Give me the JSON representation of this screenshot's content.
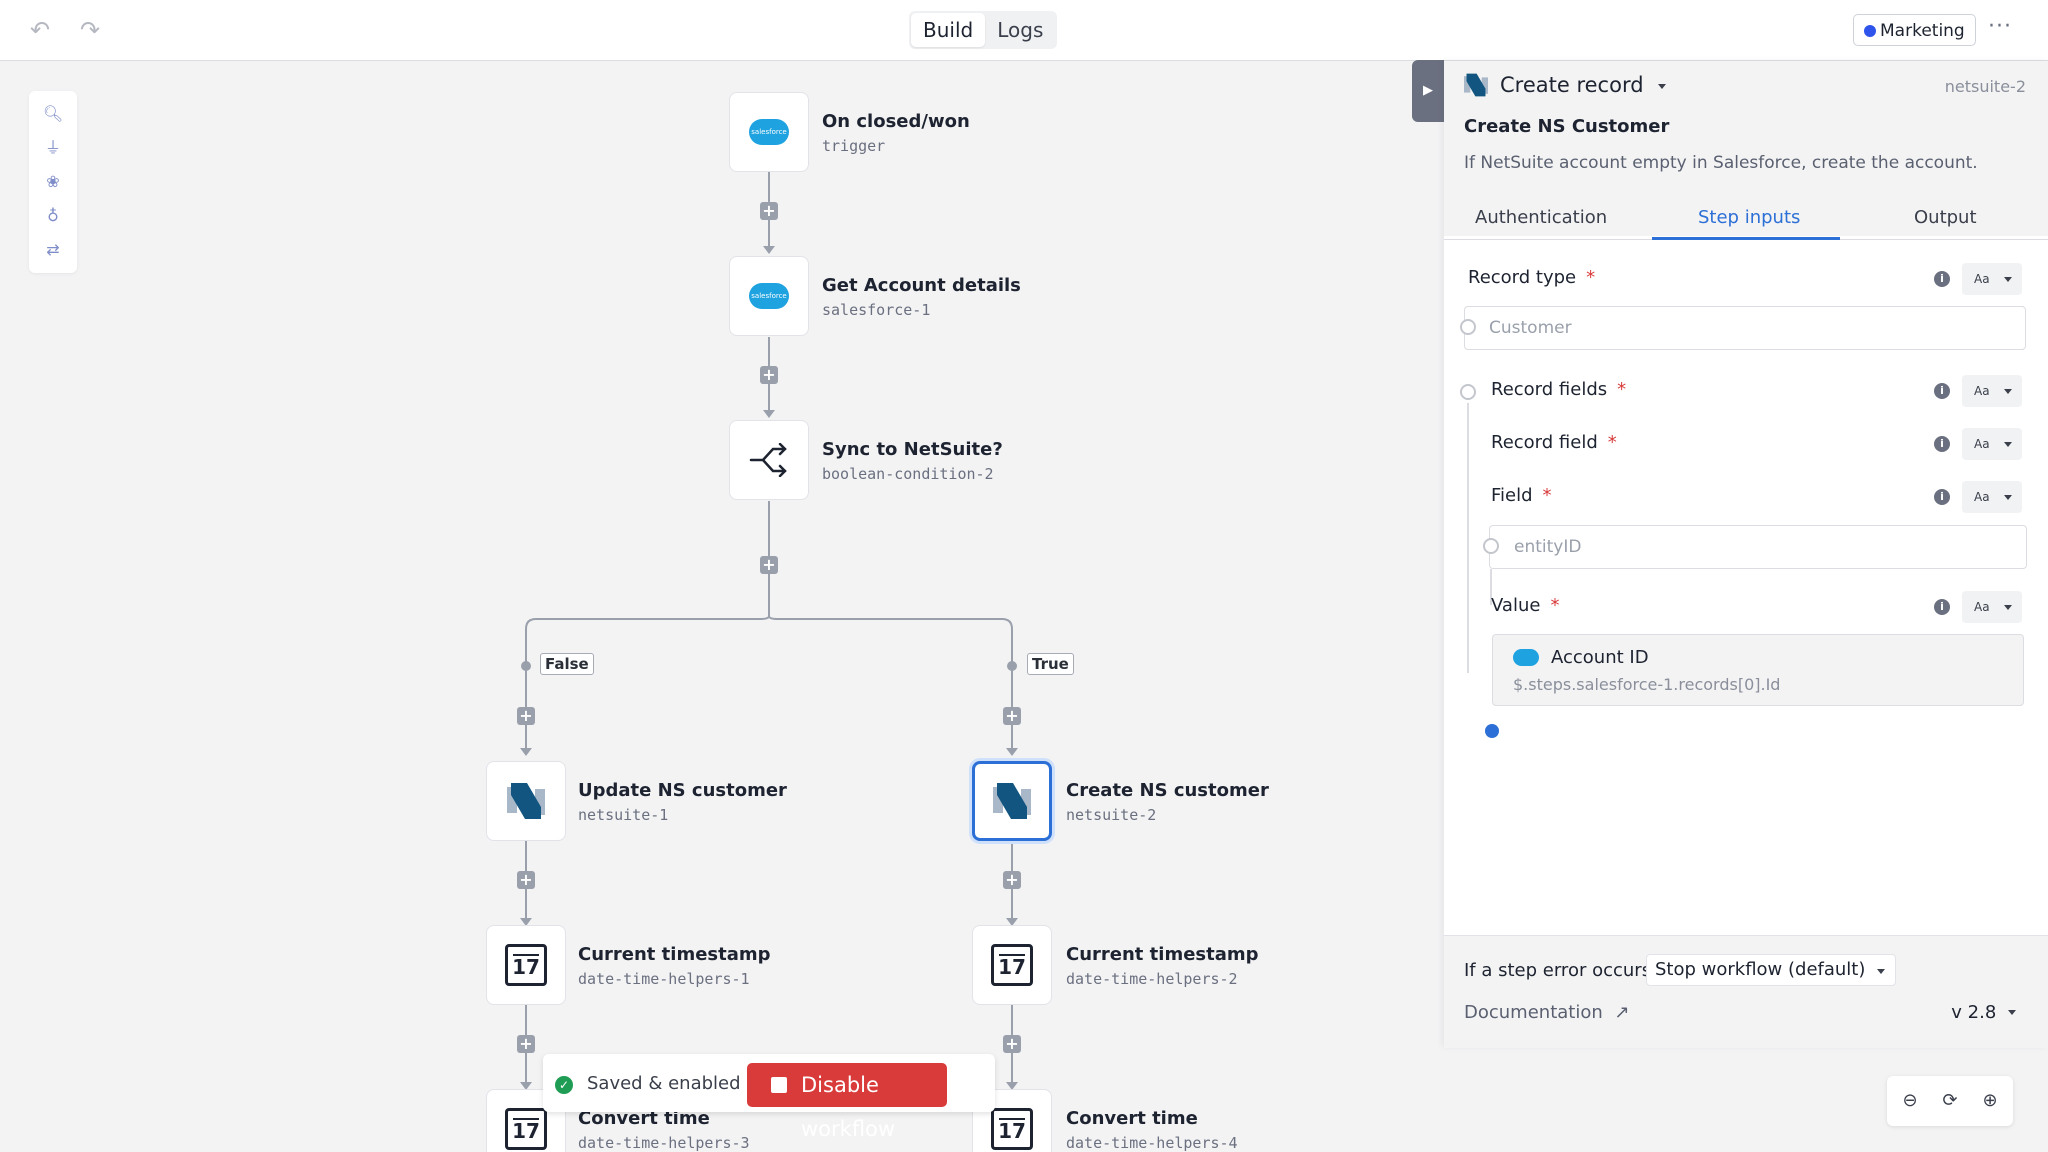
{
  "toolbar": {
    "undo_icon": "undo-icon",
    "redo_icon": "redo-icon",
    "tabs": [
      "Build",
      "Logs"
    ],
    "workspace": "Marketing",
    "more": "···"
  },
  "tools": [
    "search-icon",
    "plug-icon",
    "integrations-icon",
    "lightbulb-icon",
    "sync-icon"
  ],
  "nodes": [
    {
      "title": "On closed/won",
      "sub": "trigger",
      "icon": "salesforce-logo"
    },
    {
      "title": "Get Account details",
      "sub": "salesforce-1",
      "icon": "salesforce-logo"
    },
    {
      "title": "Sync to NetSuite?",
      "sub": "boolean-condition-2",
      "icon": "branch-icon"
    },
    {
      "title": "Update NS customer",
      "sub": "netsuite-1",
      "icon": "netsuite-logo"
    },
    {
      "title": "Create NS customer",
      "sub": "netsuite-2",
      "icon": "netsuite-logo"
    },
    {
      "title": "Current timestamp",
      "sub": "date-time-helpers-1",
      "icon": "calendar-icon"
    },
    {
      "title": "Current timestamp",
      "sub": "date-time-helpers-2",
      "icon": "calendar-icon"
    },
    {
      "title": "Convert time",
      "sub": "date-time-helpers-3",
      "icon": "calendar-icon"
    },
    {
      "title": "Convert time",
      "sub": "date-time-helpers-4",
      "icon": "calendar-icon"
    }
  ],
  "branches": {
    "false_label": "False",
    "true_label": "True"
  },
  "calendar_day": "17",
  "salesforce_text": "salesforce",
  "savebar": {
    "status": "Saved & enabled",
    "disable": "Disable workflow"
  },
  "panel": {
    "title": "Create record",
    "step_id": "netsuite-2",
    "name": "Create NS Customer",
    "description": "If NetSuite account empty in Salesforce, create the account.",
    "tabs": [
      "Authentication",
      "Step inputs",
      "Output"
    ],
    "fields": {
      "record_type": {
        "label": "Record type",
        "placeholder": "Customer"
      },
      "record_fields": {
        "label": "Record fields"
      },
      "record_field": {
        "label": "Record field"
      },
      "field": {
        "label": "Field",
        "placeholder": "entityID"
      },
      "value": {
        "label": "Value",
        "ref_title": "Account ID",
        "ref_path": "$.steps.salesforce-1.records[0].Id"
      }
    },
    "type_toggle": "Aa",
    "required_mark": "*",
    "error_label": "If a step error occurs",
    "error_option": "Stop workflow (default)",
    "documentation": "Documentation",
    "version": "v 2.8"
  },
  "zoom": [
    "zoom-out-icon",
    "reset-icon",
    "zoom-in-icon"
  ],
  "colors": {
    "accent": "#2c6fd6",
    "danger": "#d93a3a",
    "salesforce": "#1ea2e0",
    "success": "#1f9d55"
  }
}
